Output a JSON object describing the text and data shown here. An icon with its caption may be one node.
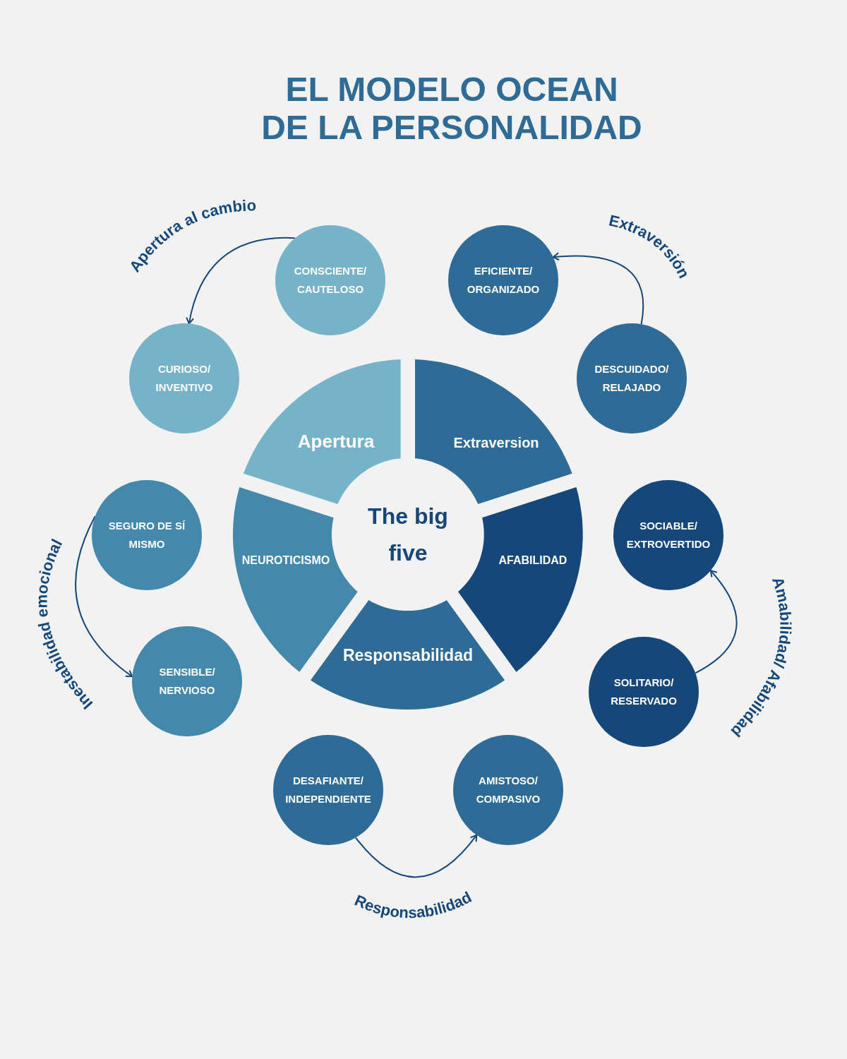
{
  "diagram": {
    "title": "EL MODELO OCEAN DE LA PERSONALIDAD",
    "nodes": [
      {
        "text": [
          "CONSCIENTE/ CAUTELOSO"
        ]
      },
      {
        "text": [
          "EFICIENTE/ ORGANIZADO"
        ]
      },
      {
        "text": [
          "CURIOSO/ INVENTIVO"
        ]
      },
      {
        "text": [
          "DESCUIDADO/ RELAJADO"
        ]
      },
      {
        "text": [
          "Apertura"
        ]
      },
      {
        "text": [
          "Extraversion"
        ]
      },
      {
        "text": [
          "SEGURO DE SÍ MISMO"
        ]
      },
      {
        "text": [
          "NEUROTICISMO"
        ]
      },
      {
        "text": [
          "The big five"
        ]
      },
      {
        "text": [
          "AFABILIDAD"
        ]
      },
      {
        "text": [
          "SOCIABLE/ EXTROVERTIDO"
        ]
      },
      {
        "text": [
          "Responsabilidad"
        ]
      },
      {
        "text": [
          "SENSIBLE/ NERVIOSO"
        ]
      },
      {
        "text": [
          "SOLITARIO/ RESERVADO"
        ]
      },
      {
        "text": [
          "DESAFIANTE/ INDEPENDIENTE"
        ]
      },
      {
        "text": [
          "AMISTOSO/ COMPASIVO"
        ]
      }
    ],
    "edges": [
      {
        "from": 0,
        "to": 2,
        "arrow": "to",
        "label": "Apertura al cambio"
      },
      {
        "from": 3,
        "to": 1,
        "arrow": "to",
        "label": "Extraversión"
      },
      {
        "from": 13,
        "to": 10,
        "arrow": "to",
        "label": "Amabilidad/ Afabilidad"
      },
      {
        "from": 14,
        "to": 15,
        "arrow": "to",
        "label": "Responsabilidad"
      },
      {
        "from": 6,
        "to": 12,
        "arrow": "to",
        "label": "Inestabilidad emocional"
      }
    ]
  }
}
